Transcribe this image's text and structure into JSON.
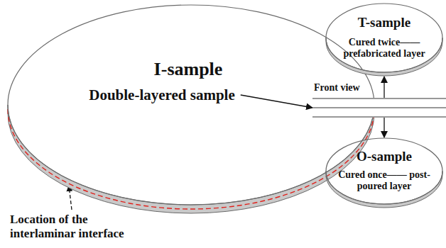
{
  "diagram": {
    "nodes": [
      {
        "text": [
          "I-sample",
          "Double-layered sample"
        ]
      },
      {
        "text": [
          "Front view"
        ]
      },
      {
        "text": [
          "T-sample",
          "Cured twice—— prefabricated layer"
        ]
      },
      {
        "text": [
          "O-sample",
          "Cured once—— post-poured layer"
        ]
      }
    ],
    "edges": [
      {
        "from": 0,
        "to": 1,
        "arrow": "to"
      },
      {
        "from": 1,
        "to": 2,
        "arrow": "to"
      },
      {
        "from": 1,
        "to": 3,
        "arrow": "to"
      }
    ],
    "labels": [
      "Location of the interlaminar interface"
    ]
  }
}
